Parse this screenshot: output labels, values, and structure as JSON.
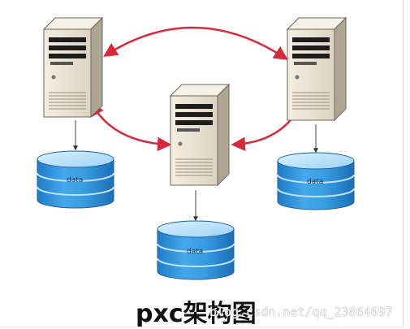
{
  "diagram": {
    "title": "pxc架构图",
    "watermark": "blog.csdn.net/qq_23864697",
    "servers": [
      {
        "id": "left"
      },
      {
        "id": "center"
      },
      {
        "id": "right"
      }
    ],
    "databases": [
      {
        "id": "left",
        "label": "data"
      },
      {
        "id": "center",
        "label": "data"
      },
      {
        "id": "right",
        "label": "data"
      }
    ],
    "colors": {
      "server_body": "#ece4d4",
      "server_side": "#b2aa9b",
      "arrow": "#d8283c",
      "db_blue": "#2f8fd8",
      "db_light": "#bfe4fa"
    }
  }
}
